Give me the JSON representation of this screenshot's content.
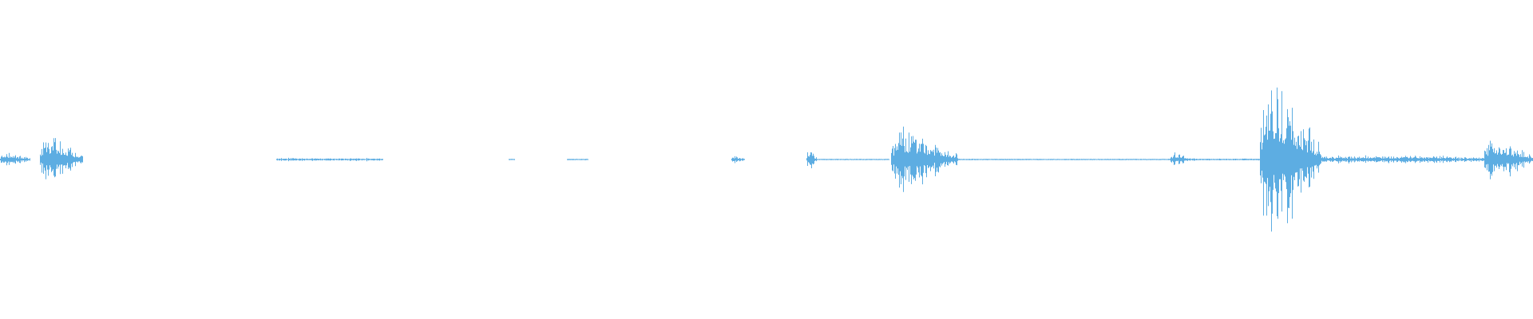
{
  "waveform": {
    "color": "#5DADE2",
    "background": "#FFFFFF",
    "segments": [
      {
        "t_start": 0.0,
        "t_end": 0.02,
        "peak": 0.06,
        "kind": "burst"
      },
      {
        "t_start": 0.026,
        "t_end": 0.054,
        "peak": 0.2,
        "kind": "burst"
      },
      {
        "t_start": 0.18,
        "t_end": 0.25,
        "peak": 0.012,
        "kind": "noise"
      },
      {
        "t_start": 0.332,
        "t_end": 0.336,
        "peak": 0.006,
        "kind": "noise"
      },
      {
        "t_start": 0.37,
        "t_end": 0.384,
        "peak": 0.006,
        "kind": "noise"
      },
      {
        "t_start": 0.477,
        "t_end": 0.486,
        "peak": 0.035,
        "kind": "burst"
      },
      {
        "t_start": 0.526,
        "t_end": 0.533,
        "peak": 0.1,
        "kind": "burst"
      },
      {
        "t_start": 0.533,
        "t_end": 0.58,
        "peak": 0.004,
        "kind": "noise"
      },
      {
        "t_start": 0.581,
        "t_end": 0.625,
        "peak": 0.24,
        "kind": "burst"
      },
      {
        "t_start": 0.625,
        "t_end": 0.763,
        "peak": 0.006,
        "kind": "noise"
      },
      {
        "t_start": 0.763,
        "t_end": 0.78,
        "peak": 0.05,
        "kind": "burst"
      },
      {
        "t_start": 0.78,
        "t_end": 0.822,
        "peak": 0.008,
        "kind": "noise"
      },
      {
        "t_start": 0.822,
        "t_end": 0.862,
        "peak": 0.64,
        "kind": "burst"
      },
      {
        "t_start": 0.862,
        "t_end": 0.95,
        "peak": 0.03,
        "kind": "noise"
      },
      {
        "t_start": 0.95,
        "t_end": 0.968,
        "peak": 0.02,
        "kind": "noise"
      },
      {
        "t_start": 0.968,
        "t_end": 1.0,
        "peak": 0.18,
        "kind": "burst"
      }
    ]
  }
}
